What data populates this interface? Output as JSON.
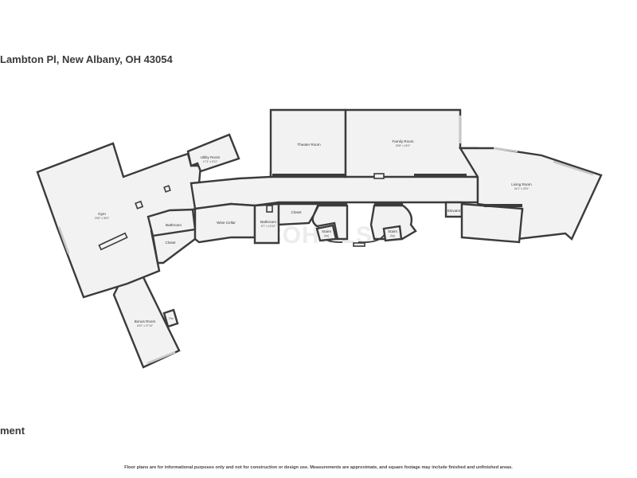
{
  "header": {
    "address": "Lambton Pl, New Albany, OH 43054"
  },
  "level": {
    "label": "ment"
  },
  "footer": {
    "disclaimer": "Floor plans are for informational purposes only and not for construction or design use. Measurements are approximate, and square footage may include finished and unfinished areas."
  },
  "watermark": "COHMLS",
  "rooms": {
    "theater": {
      "name": "Theater Room"
    },
    "family": {
      "name": "Family Room",
      "dim": "26'8\" x 16'0\""
    },
    "living": {
      "name": "Living Room",
      "dim": "34'1\" x 23'0\""
    },
    "gym": {
      "name": "Gym",
      "dim": "29'8\" x 36'9\""
    },
    "utility": {
      "name": "Utility Room",
      "dim": "17'3\" x 8'11\""
    },
    "bath1": {
      "name": "Bathroom"
    },
    "closet1": {
      "name": "Closet"
    },
    "wine": {
      "name": "Wine Cellar"
    },
    "bath2": {
      "name": "Bathroom",
      "dim": "6'7\" x 10'10\""
    },
    "closet2": {
      "name": "Closet"
    },
    "stairs1": {
      "name": "Stairs",
      "sub": "(Up)"
    },
    "stairs2": {
      "name": "Stairs",
      "sub": "(Up)"
    },
    "elevator": {
      "name": "Elevator"
    },
    "bonus": {
      "name": "Bonus Room",
      "dim": "18'2\" x 27'10\""
    },
    "fire": {
      "name": "Fire"
    }
  }
}
